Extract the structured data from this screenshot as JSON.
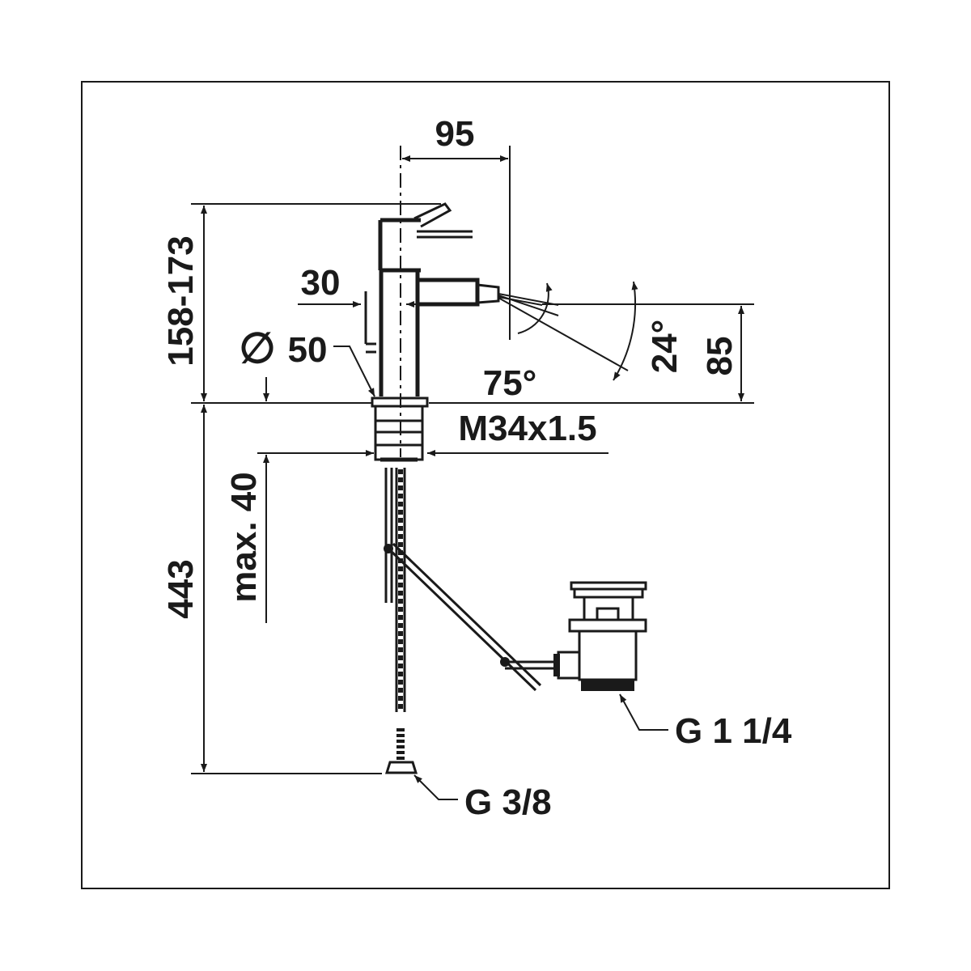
{
  "colors": {
    "line": "#1a1a1a",
    "background": "#ffffff"
  },
  "dimensions": {
    "spout_reach": "95",
    "height_range": "158-173",
    "lever_offset": "30",
    "diameter_symbol": "∅",
    "base_diameter": "50",
    "outlet_height": "85",
    "swivel_angle": "24°",
    "tilt_angle": "75°",
    "thread": "M34x1.5",
    "max_deck_thickness": "max. 40",
    "hose_length": "443",
    "waste_connection": "G 1 1/4",
    "supply_connection": "G 3/8"
  }
}
